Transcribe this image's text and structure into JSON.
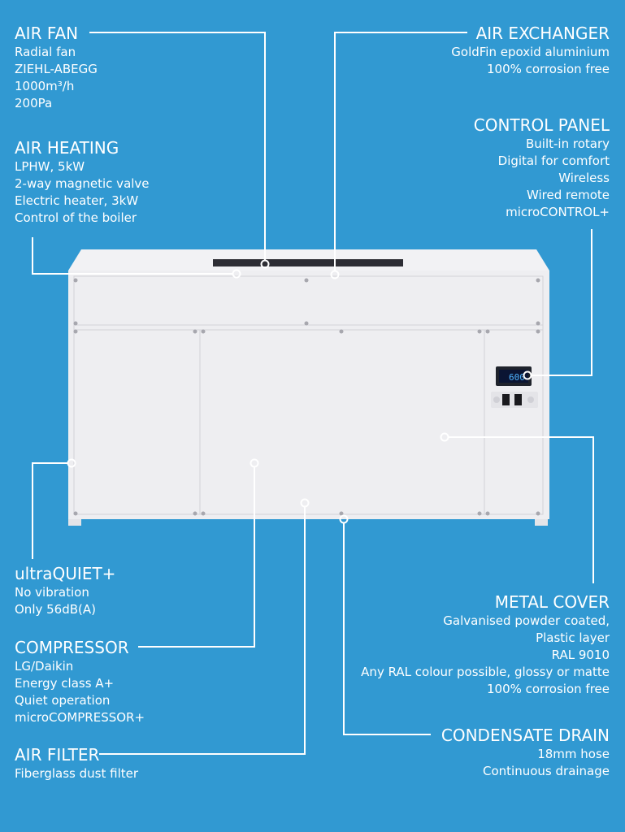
{
  "callouts": {
    "air_fan": {
      "title": "AIR FAN",
      "lines": [
        "Radial fan",
        "ZIEHL-ABEGG",
        "1000m³/h",
        "200Pa"
      ]
    },
    "air_heating": {
      "title": "AIR HEATING",
      "lines": [
        "LPHW, 5kW",
        "2-way magnetic valve",
        "Electric heater, 3kW",
        "Control of the boiler"
      ]
    },
    "air_exchanger": {
      "title": "AIR EXCHANGER",
      "lines": [
        "GoldFin epoxid aluminium",
        "100% corrosion free"
      ]
    },
    "control_panel": {
      "title": "CONTROL PANEL",
      "lines": [
        "Built-in rotary",
        "Digital for comfort",
        "Wireless",
        "Wired remote",
        "microCONTROL+"
      ]
    },
    "ultraquiet": {
      "title": "ultraQUIET+",
      "lines": [
        "No vibration",
        "Only 56dB(A)"
      ]
    },
    "compressor": {
      "title": "COMPRESSOR",
      "lines": [
        "LG/Daikin",
        "Energy class A+",
        "Quiet operation",
        "microCOMPRESSOR+"
      ]
    },
    "air_filter": {
      "title": "AIR FILTER",
      "lines": [
        "Fiberglass dust filter"
      ]
    },
    "metal_cover": {
      "title": "METAL COVER",
      "lines": [
        "Galvanised powder coated,",
        "Plastic layer",
        "RAL 9010",
        "Any RAL colour possible, glossy or matte",
        "100% corrosion free"
      ]
    },
    "condensate_drain": {
      "title": "CONDENSATE DRAIN",
      "lines": [
        "18mm hose",
        "Continuous drainage"
      ]
    }
  },
  "display": {
    "readout": "600"
  },
  "colors": {
    "background": "#3199d2",
    "unit_body": "#eeeef1",
    "text": "#ffffff"
  }
}
